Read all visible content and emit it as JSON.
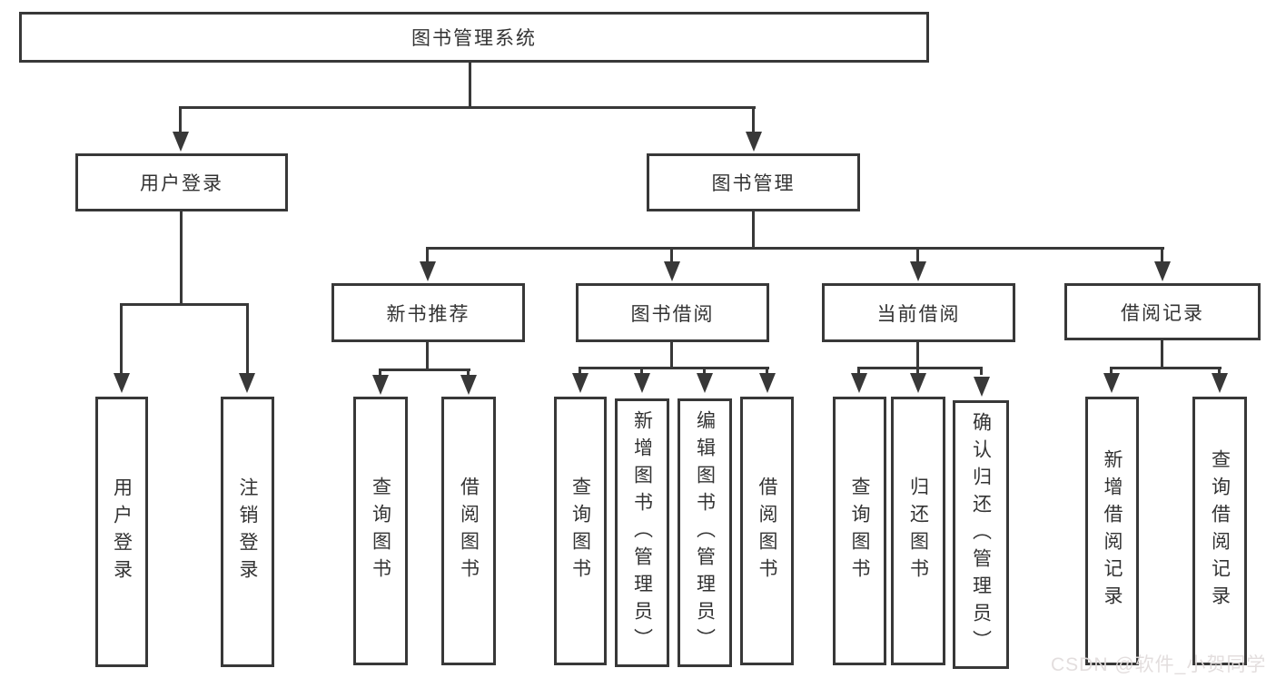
{
  "diagram": {
    "type": "hierarchy-chart",
    "title": "图书管理系统"
  },
  "nodes": {
    "root": "图书管理系统",
    "login": "用户登录",
    "mgmt": "图书管理",
    "rec": "新书推荐",
    "borrow": "图书借阅",
    "current": "当前借阅",
    "records": "借阅记录",
    "login_user": "用户登录",
    "login_logout": "注销登录",
    "rec_query": "查询图书",
    "rec_borrow": "借阅图书",
    "borrow_query": "查询图书",
    "borrow_add": "新增图书（管理员）",
    "borrow_edit": "编辑图书（管理员）",
    "borrow_borrow": "借阅图书",
    "current_query": "查询图书",
    "current_return": "归还图书",
    "current_confirm": "确认归还（管理员）",
    "records_add": "新增借阅记录",
    "records_query": "查询借阅记录"
  },
  "structure": {
    "图书管理系统": [
      "用户登录",
      "图书管理"
    ],
    "用户登录": [
      "用户登录",
      "注销登录"
    ],
    "图书管理": [
      "新书推荐",
      "图书借阅",
      "当前借阅",
      "借阅记录"
    ],
    "新书推荐": [
      "查询图书",
      "借阅图书"
    ],
    "图书借阅": [
      "查询图书",
      "新增图书（管理员）",
      "编辑图书（管理员）",
      "借阅图书"
    ],
    "当前借阅": [
      "查询图书",
      "归还图书",
      "确认归还（管理员）"
    ],
    "借阅记录": [
      "新增借阅记录",
      "查询借阅记录"
    ]
  },
  "watermark": {
    "text": "CSDN @软件_小贺同学"
  },
  "colors": {
    "line": "#383838",
    "text": "#333333",
    "background": "#ffffff",
    "watermark": "#e2dcdc"
  }
}
